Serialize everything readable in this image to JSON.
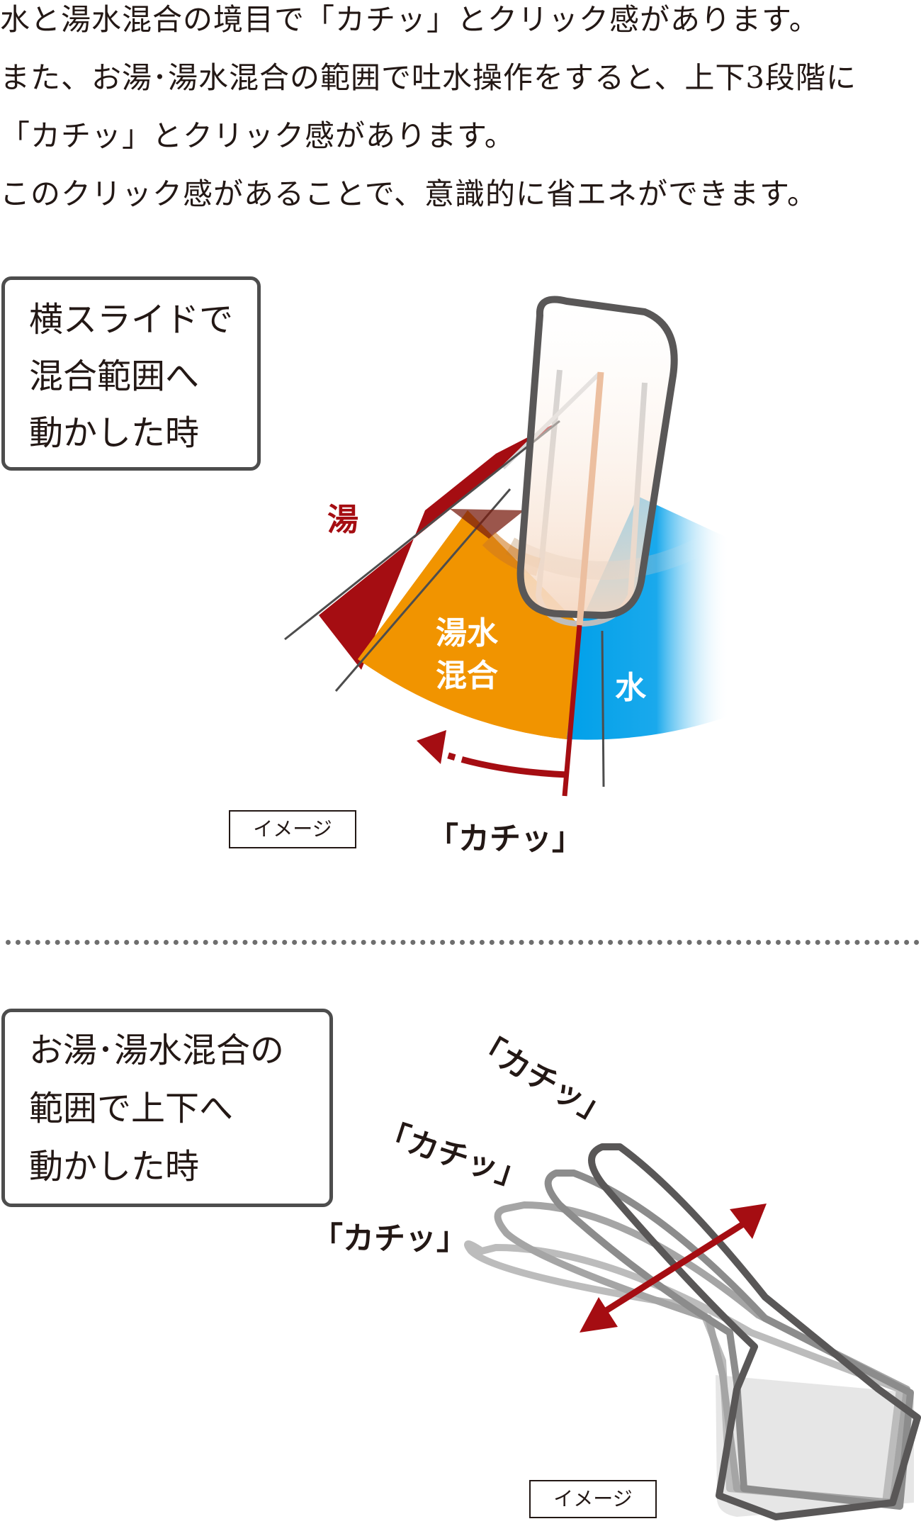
{
  "intro": {
    "lines": [
      "水と湯水混合の境目で「カチッ」とクリック感があります。",
      "また、お湯･湯水混合の範囲で吐水操作をすると、上下3段階に",
      "「カチッ」とクリック感があります。",
      "このクリック感があることで、意識的に省エネができます。"
    ]
  },
  "section1": {
    "box_lines": [
      "横スライドで",
      "混合範囲へ",
      "動かした時"
    ],
    "label_hot": "湯",
    "label_mix_1": "湯水",
    "label_mix_2": "混合",
    "label_cold": "水",
    "click_label": "「カチッ」",
    "image_tag": "イメージ",
    "colors": {
      "hot": "#a50d12",
      "mix": "#f19400",
      "cold": "#00a0e9",
      "arrow": "#a50d12"
    }
  },
  "section2": {
    "box_lines": [
      "お湯･湯水混合の",
      "範囲で上下へ",
      "動かした時"
    ],
    "click_labels": [
      "「カチッ」",
      "「カチッ」",
      "「カチッ」"
    ],
    "image_tag": "イメージ",
    "colors": {
      "arrow": "#a50d12"
    }
  }
}
